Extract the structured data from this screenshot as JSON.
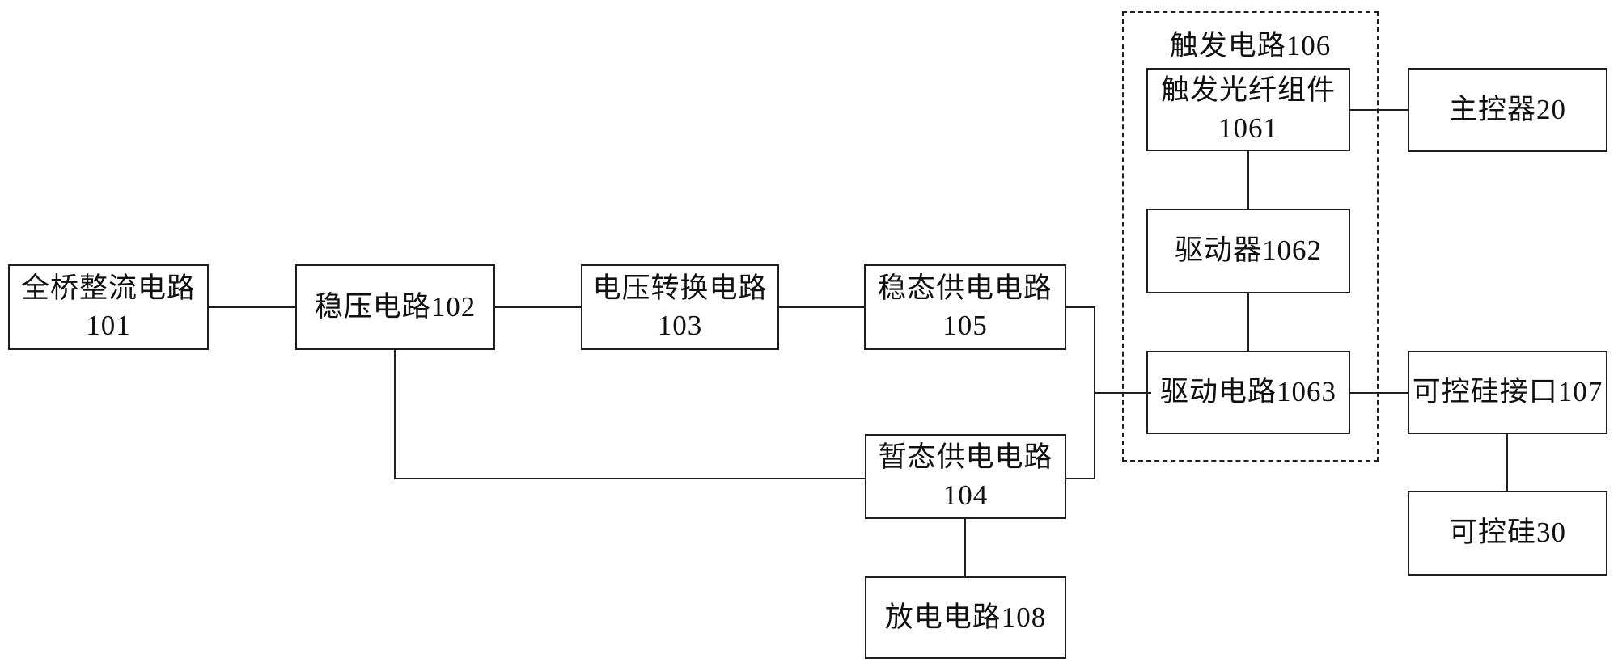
{
  "figure": {
    "type": "block-diagram",
    "language": "zh-CN"
  },
  "colors": {
    "background": "#ffffff",
    "line": "#1f1f1f",
    "text": "#111111"
  },
  "group_106": {
    "label": "触发电路106"
  },
  "boxes": {
    "b101": {
      "label": "全桥整流电路\n101"
    },
    "b102": {
      "label": "稳压电路102"
    },
    "b103": {
      "label": "电压转换电路\n103"
    },
    "b105": {
      "label": "稳态供电电路\n105"
    },
    "b104": {
      "label": "暂态供电电路\n104"
    },
    "b108": {
      "label": "放电电路108"
    },
    "b1061": {
      "label": "触发光纤组件\n1061"
    },
    "b1062": {
      "label": "驱动器1062"
    },
    "b1063": {
      "label": "驱动电路1063"
    },
    "b20": {
      "label": "主控器20"
    },
    "b107": {
      "label": "可控硅接口107"
    },
    "b30": {
      "label": "可控硅30"
    }
  }
}
